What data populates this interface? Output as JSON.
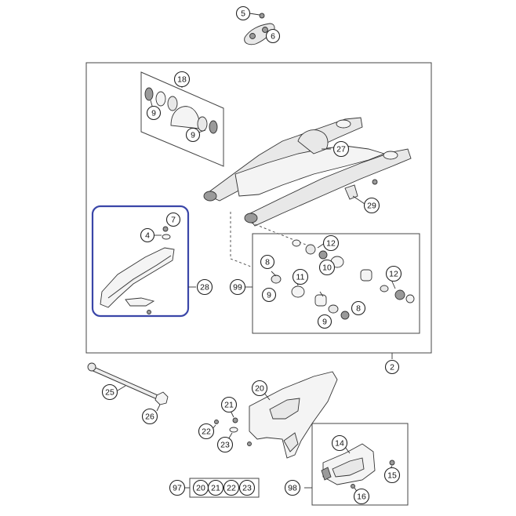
{
  "diagram": {
    "accent_color": "#3a46a8",
    "callouts": {
      "c5": "5",
      "c6": "6",
      "c18": "18",
      "c9a": "9",
      "c9b": "9",
      "c27": "27",
      "c29": "29",
      "c7": "7",
      "c4": "4",
      "c28": "28",
      "c12a": "12",
      "c8a": "8",
      "c99": "99",
      "c9c": "9",
      "c11": "11",
      "c10": "10",
      "c12b": "12",
      "c8b": "8",
      "c9d": "9",
      "c2": "2",
      "c25": "25",
      "c26": "26",
      "c20a": "20",
      "c21a": "21",
      "c22a": "22",
      "c23a": "23",
      "c14": "14",
      "c15": "15",
      "c16": "16",
      "c98": "98",
      "c97": "97",
      "c20b": "20",
      "c21b": "21",
      "c22b": "22",
      "c23b": "23"
    }
  }
}
